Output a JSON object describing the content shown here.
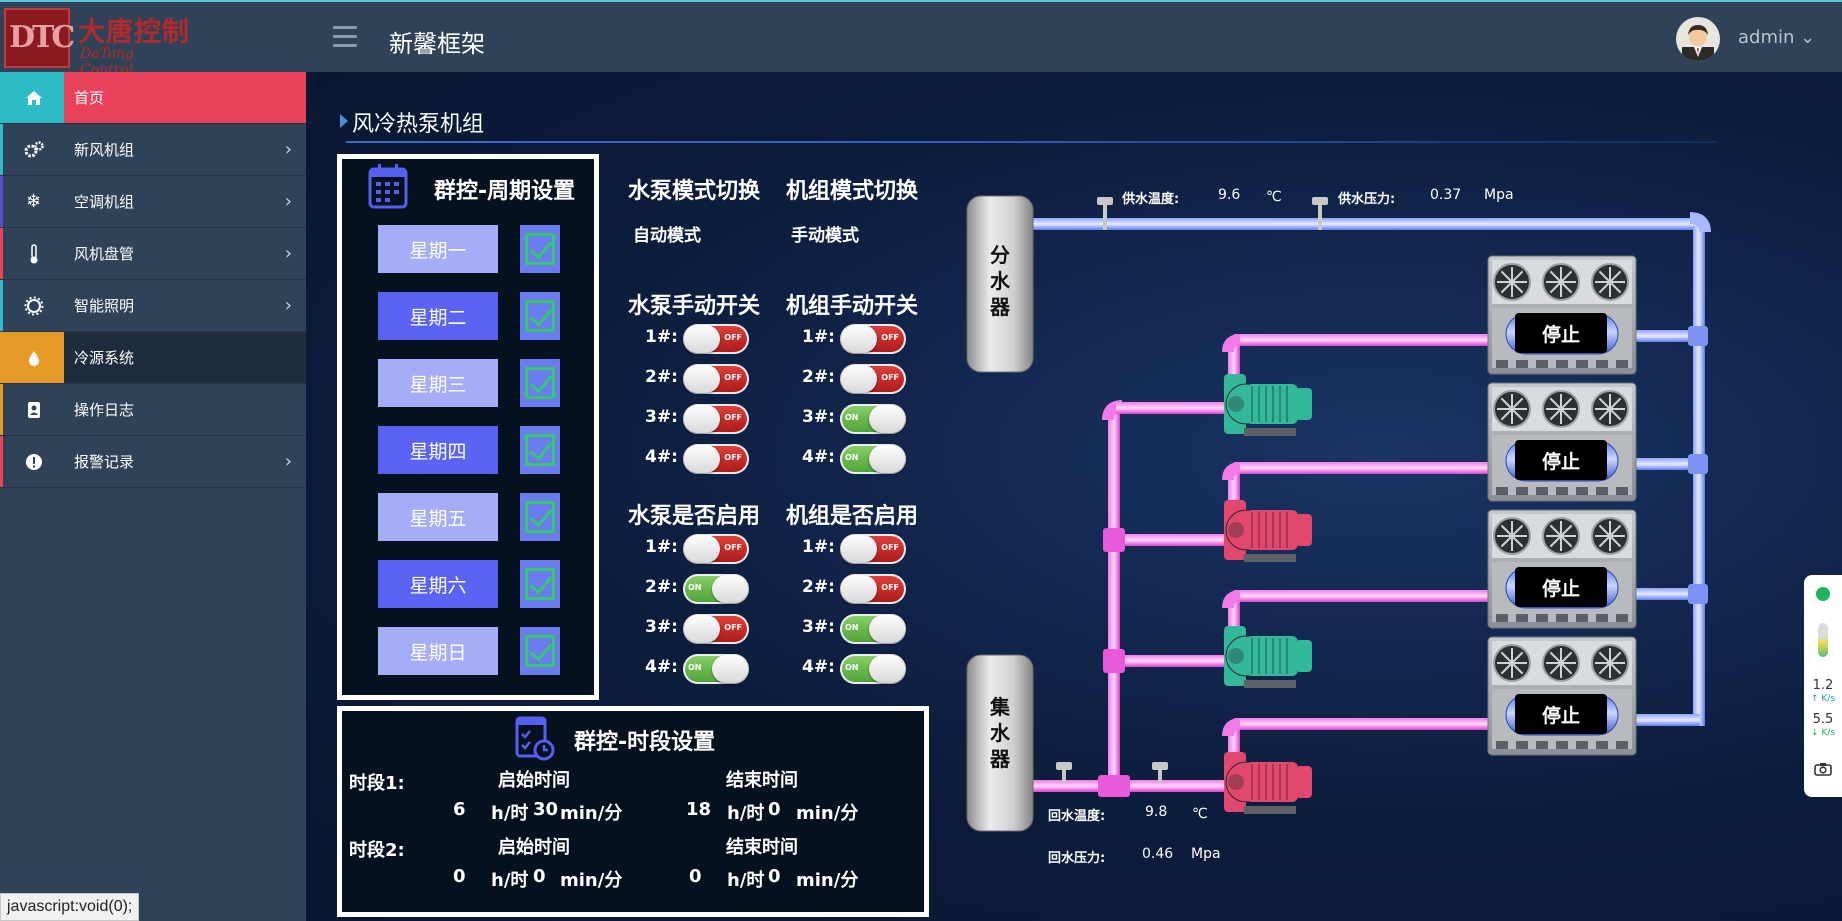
{
  "header": {
    "logo_cn": "大唐控制",
    "logo_en": "DaTang Control",
    "logo_mark": "DTC",
    "app_title": "新馨框架",
    "user": "admin ⌄"
  },
  "sidebar": {
    "items": [
      {
        "label": "首页",
        "icon": "home-icon"
      },
      {
        "label": "新风机组",
        "icon": "gears-icon"
      },
      {
        "label": "空调机组",
        "icon": "snowflake-icon"
      },
      {
        "label": "风机盘管",
        "icon": "thermometer-icon"
      },
      {
        "label": "智能照明",
        "icon": "sun-icon"
      },
      {
        "label": "冷源系统",
        "icon": "drop-icon"
      },
      {
        "label": "操作日志",
        "icon": "address-book-icon"
      },
      {
        "label": "报警记录",
        "icon": "alert-icon"
      }
    ],
    "arrow": "›"
  },
  "status_bar": "javascript:void(0);",
  "page": {
    "section_title": "风冷热泵机组"
  },
  "cycle_panel": {
    "title": "群控-周期设置",
    "days": [
      {
        "label": "星期一",
        "checked": true,
        "color": "#a5acf8"
      },
      {
        "label": "星期二",
        "checked": true,
        "color": "#5a63f2"
      },
      {
        "label": "星期三",
        "checked": true,
        "color": "#a5acf8"
      },
      {
        "label": "星期四",
        "checked": true,
        "color": "#5a63f2"
      },
      {
        "label": "星期五",
        "checked": true,
        "color": "#a5acf8"
      },
      {
        "label": "星期六",
        "checked": true,
        "color": "#5a63f2"
      },
      {
        "label": "星期日",
        "checked": true,
        "color": "#a5acf8"
      }
    ]
  },
  "controls": {
    "pump_mode_title": "水泵模式切换",
    "unit_mode_title": "机组模式切换",
    "pump_mode_value": "自动模式",
    "unit_mode_value": "手动模式",
    "pump_manual_title": "水泵手动开关",
    "unit_manual_title": "机组手动开关",
    "pump_enable_title": "水泵是否启用",
    "unit_enable_title": "机组是否启用",
    "labels": [
      "1#:",
      "2#:",
      "3#:",
      "4#:"
    ],
    "on_text": "ON",
    "off_text": "OFF",
    "pump_manual": [
      false,
      false,
      false,
      false
    ],
    "unit_manual": [
      false,
      false,
      true,
      true
    ],
    "pump_enable": [
      false,
      true,
      false,
      true
    ],
    "unit_enable": [
      false,
      false,
      true,
      true
    ]
  },
  "time_panel": {
    "title": "群控-时段设置",
    "periods": [
      {
        "label": "时段1:",
        "start_label": "启始时间",
        "end_label": "结束时间",
        "start_h": "6",
        "start_m": "30",
        "end_h": "18",
        "end_m": "0"
      },
      {
        "label": "时段2:",
        "start_label": "启始时间",
        "end_label": "结束时间",
        "start_h": "0",
        "start_m": "0",
        "end_h": "0",
        "end_m": "0"
      }
    ],
    "unit_h": "h/时",
    "unit_m": "min/分"
  },
  "diagram": {
    "supply_tank": "分水器",
    "return_tank": "集水器",
    "supply_temp_label": "供水温度:",
    "supply_temp_value": "9.6",
    "supply_temp_unit": "℃",
    "supply_press_label": "供水压力:",
    "supply_press_value": "0.37",
    "supply_press_unit": "Mpa",
    "return_temp_label": "回水温度:",
    "return_temp_value": "9.8",
    "return_temp_unit": "℃",
    "return_press_label": "回水压力:",
    "return_press_value": "0.46",
    "return_press_unit": "Mpa",
    "stop_label": "停止",
    "pump_colors": [
      "#33b89a",
      "#e2476e",
      "#33b89a",
      "#e2476e"
    ],
    "supply_pipe_color": "#6e86f2",
    "return_pipe_color": "#f04fe0"
  },
  "right_widget": {
    "up_value": "1.2",
    "up_unit": "↑ K/s",
    "down_value": "5.5",
    "down_unit": "↓ K/s",
    "dot_color": "#1fb35a"
  }
}
